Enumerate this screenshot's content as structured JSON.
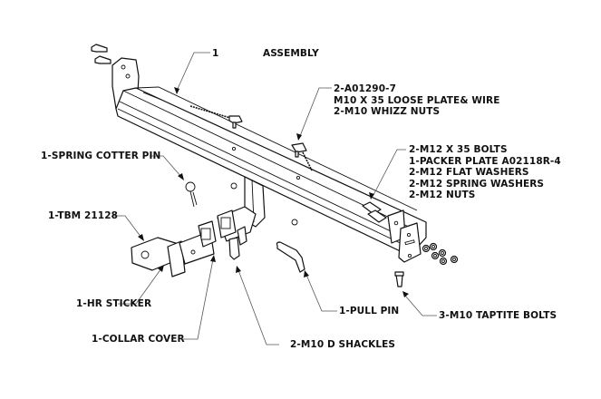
{
  "title": "ASSEMBLY",
  "colors": {
    "line": "#111111",
    "leader": "#555555",
    "background": "#ffffff"
  },
  "callouts": {
    "main_bar": [
      "1"
    ],
    "loose_plate": [
      "2-A01290-7",
      "M10 X 35 LOOSE PLATE& WIRE",
      "2-M10 WHIZZ NUTS"
    ],
    "bolts_kit": [
      "2-M12 X 35 BOLTS",
      "1-PACKER PLATE A02118R-4",
      "2-M12 FLAT WASHERS",
      "2-M12 SPRING WASHERS",
      "2-M12 NUTS"
    ],
    "cotter_pin": [
      "1-SPRING COTTER PIN"
    ],
    "tow_ball_mount": [
      "1-TBM 21128"
    ],
    "hr_sticker": [
      "1-HR STICKER"
    ],
    "collar_cover": [
      "1-COLLAR COVER"
    ],
    "d_shackles": [
      "2-M10 D SHACKLES"
    ],
    "pull_pin": [
      "1-PULL PIN"
    ],
    "taptite_bolts": [
      "3-M10 TAPTITE BOLTS"
    ]
  }
}
